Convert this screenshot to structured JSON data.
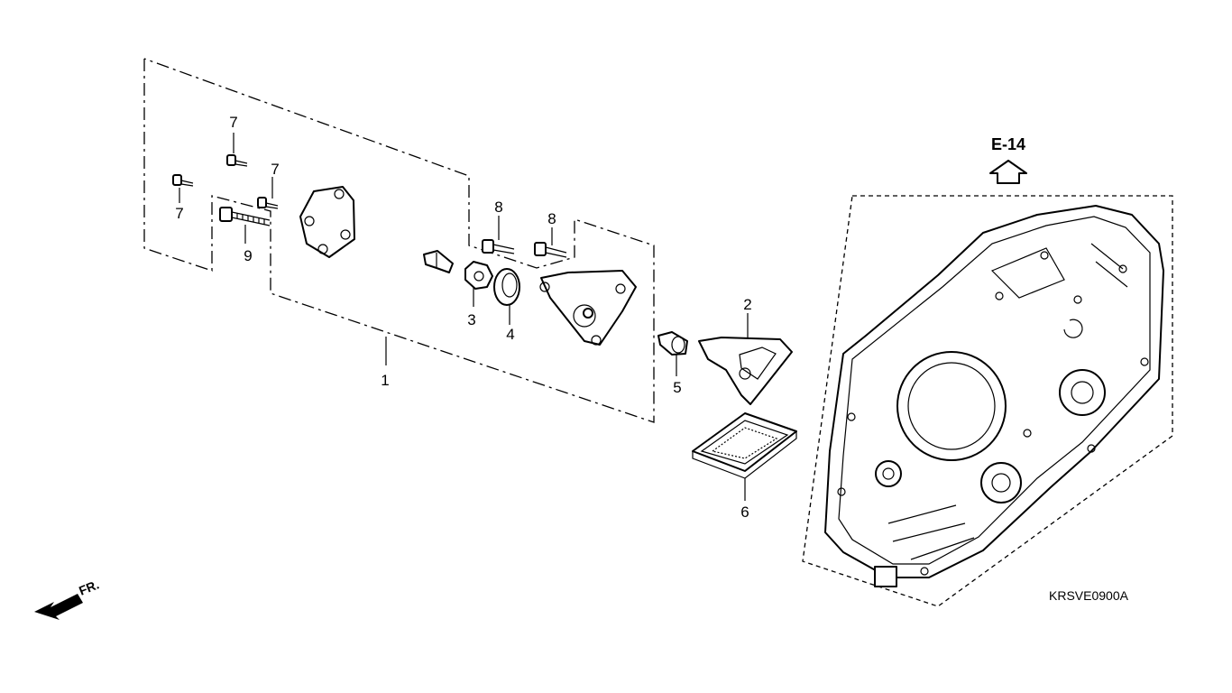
{
  "diagram": {
    "callouts": {
      "c1": "1",
      "c2": "2",
      "c3": "3",
      "c4": "4",
      "c5": "5",
      "c6": "6",
      "c7a": "7",
      "c7b": "7",
      "c7c": "7",
      "c8a": "8",
      "c8b": "8",
      "c9": "9"
    },
    "reference": "E-14",
    "direction": "FR.",
    "code": "KRSVE0900A"
  }
}
